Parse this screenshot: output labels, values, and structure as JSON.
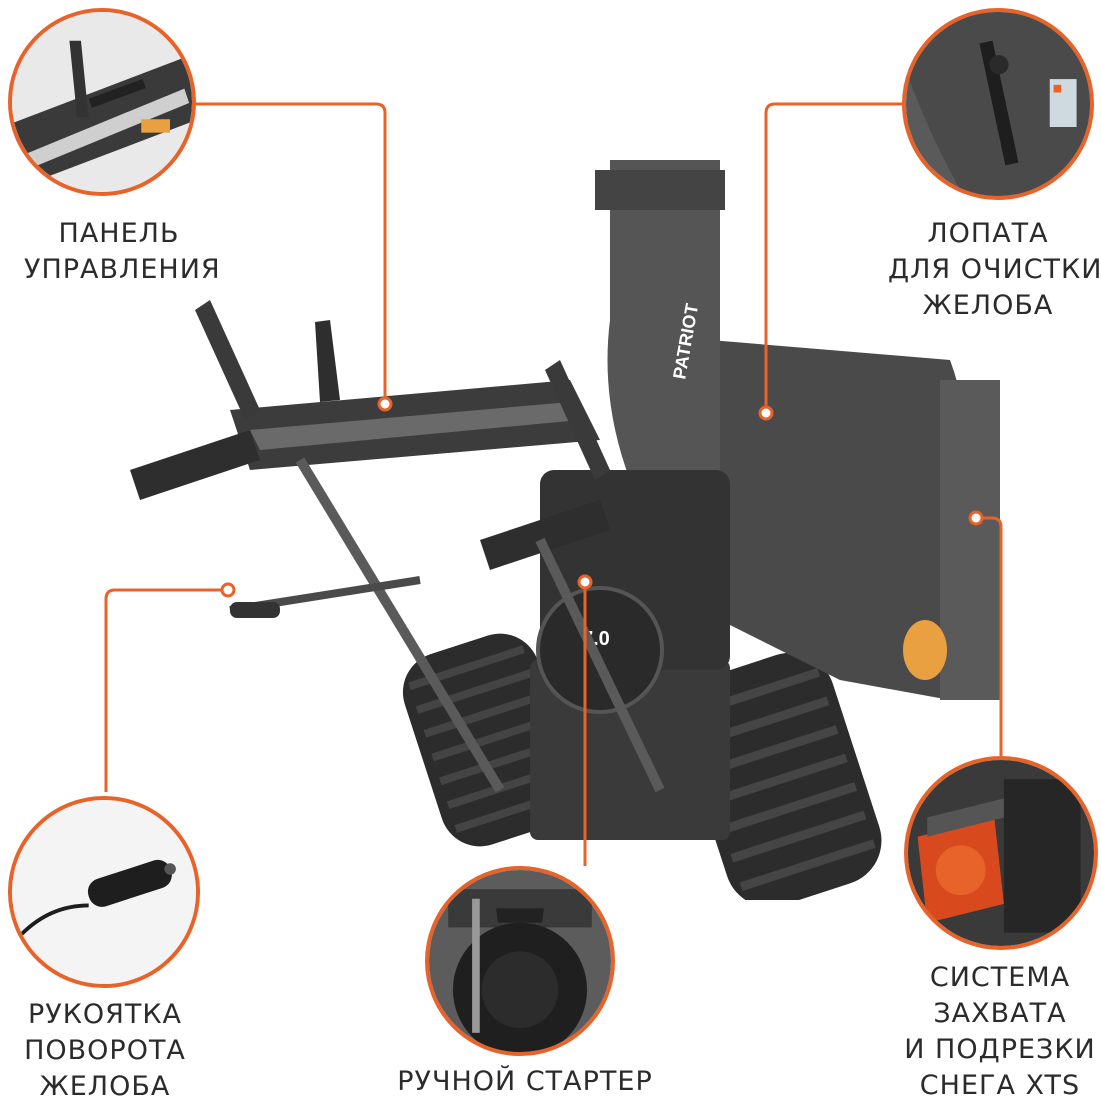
{
  "colors": {
    "accent": "#e8632a",
    "text": "#2b2b2b",
    "machine": "#3a3a3a",
    "machine_light": "#6a6a6a"
  },
  "brand": "PATRIOT",
  "engine_badge": "7.0",
  "labels": {
    "control_panel": [
      "ПАНЕЛЬ",
      "УПРАВЛЕНИЯ"
    ],
    "chute_shovel": [
      "ЛОПАТА",
      "ДЛЯ ОЧИСТКИ",
      "ЖЕЛОБА"
    ],
    "chute_handle": [
      "РУКОЯТКА",
      "ПОВОРОТА",
      "ЖЕЛОБА"
    ],
    "manual_starter": [
      "РУЧНОЙ СТАРТЕР"
    ],
    "capture_system": [
      "СИСТЕМА",
      "ЗАХВАТА",
      "И ПОДРЕЗКИ",
      "СНЕГА XTS"
    ]
  },
  "icons": {
    "control_panel": "control-panel-closeup",
    "chute_shovel": "chute-cleaning-shovel-closeup",
    "chute_handle": "chute-rotation-handle-closeup",
    "manual_starter": "recoil-starter-closeup",
    "capture_system": "auger-capture-closeup"
  }
}
